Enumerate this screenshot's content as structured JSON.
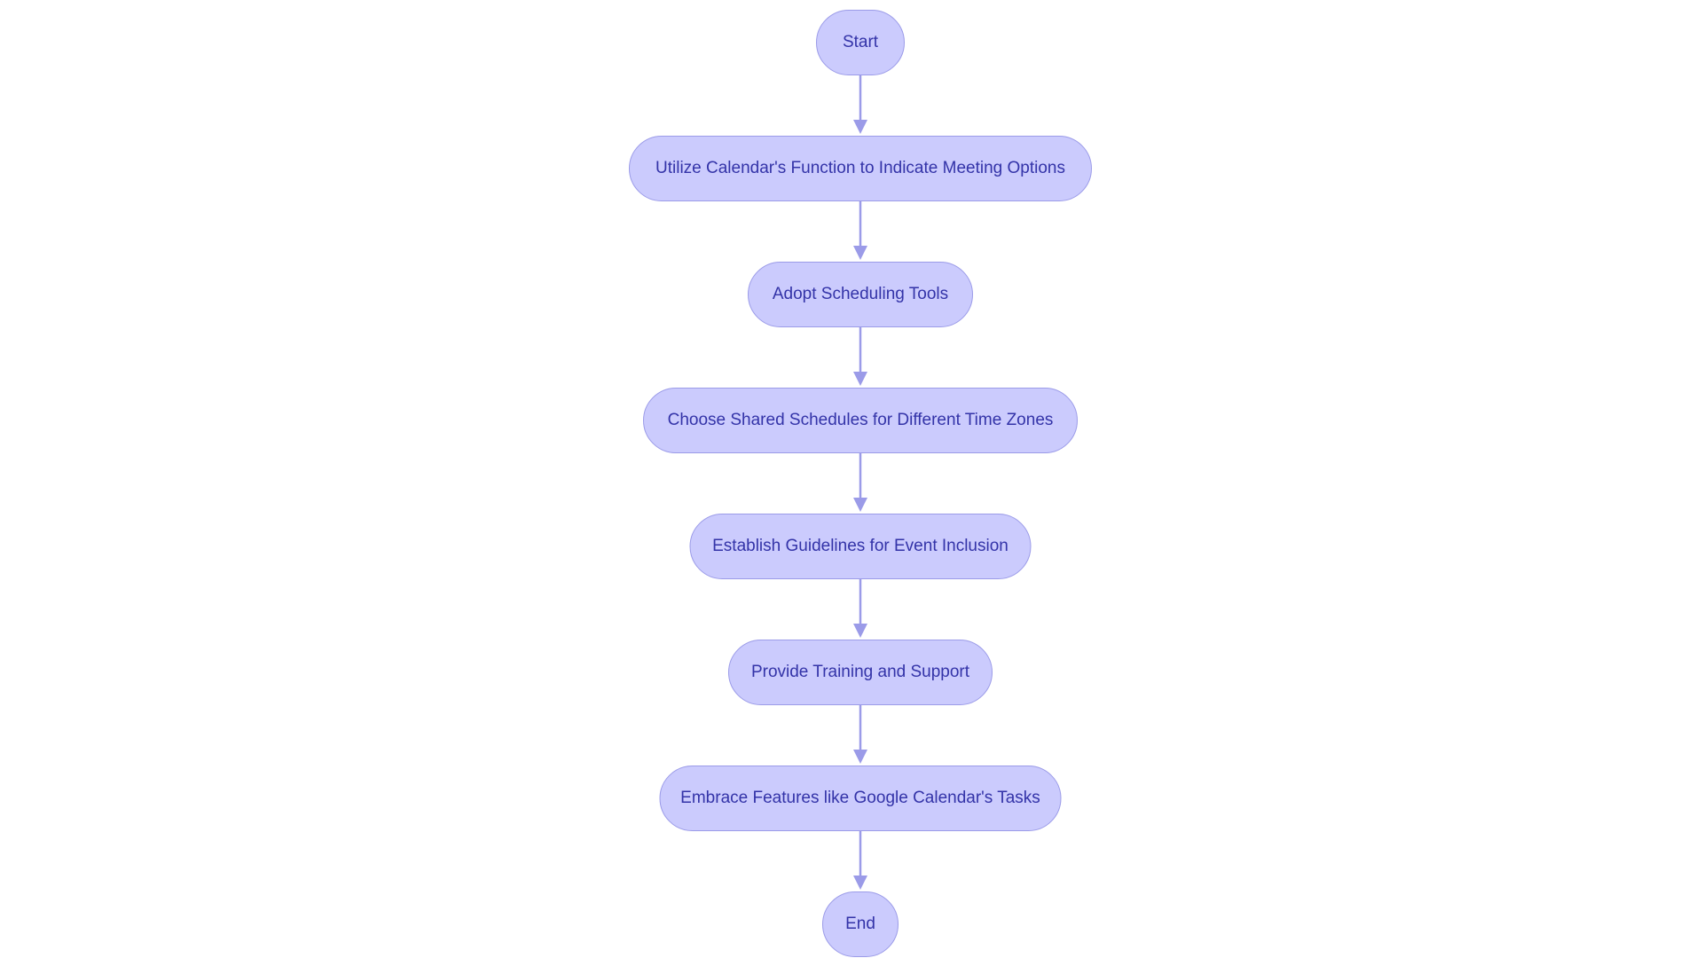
{
  "flowchart": {
    "colors": {
      "node_fill": "#cbcbfd",
      "node_stroke": "#9b9be8",
      "node_text": "#3333a8",
      "edge": "#9b9be8"
    },
    "nodes": [
      {
        "id": "start",
        "label": "Start"
      },
      {
        "id": "calendar-function",
        "label": "Utilize Calendar's Function to Indicate Meeting Options"
      },
      {
        "id": "scheduling-tools",
        "label": "Adopt Scheduling Tools"
      },
      {
        "id": "shared-schedules",
        "label": "Choose Shared Schedules for Different Time Zones"
      },
      {
        "id": "event-guidelines",
        "label": "Establish Guidelines for Event Inclusion"
      },
      {
        "id": "training-support",
        "label": "Provide Training and Support"
      },
      {
        "id": "google-tasks",
        "label": "Embrace Features like Google Calendar's Tasks"
      },
      {
        "id": "end",
        "label": "End"
      }
    ],
    "edges": [
      {
        "from": "start",
        "to": "calendar-function"
      },
      {
        "from": "calendar-function",
        "to": "scheduling-tools"
      },
      {
        "from": "scheduling-tools",
        "to": "shared-schedules"
      },
      {
        "from": "shared-schedules",
        "to": "event-guidelines"
      },
      {
        "from": "event-guidelines",
        "to": "training-support"
      },
      {
        "from": "training-support",
        "to": "google-tasks"
      },
      {
        "from": "google-tasks",
        "to": "end"
      }
    ]
  }
}
